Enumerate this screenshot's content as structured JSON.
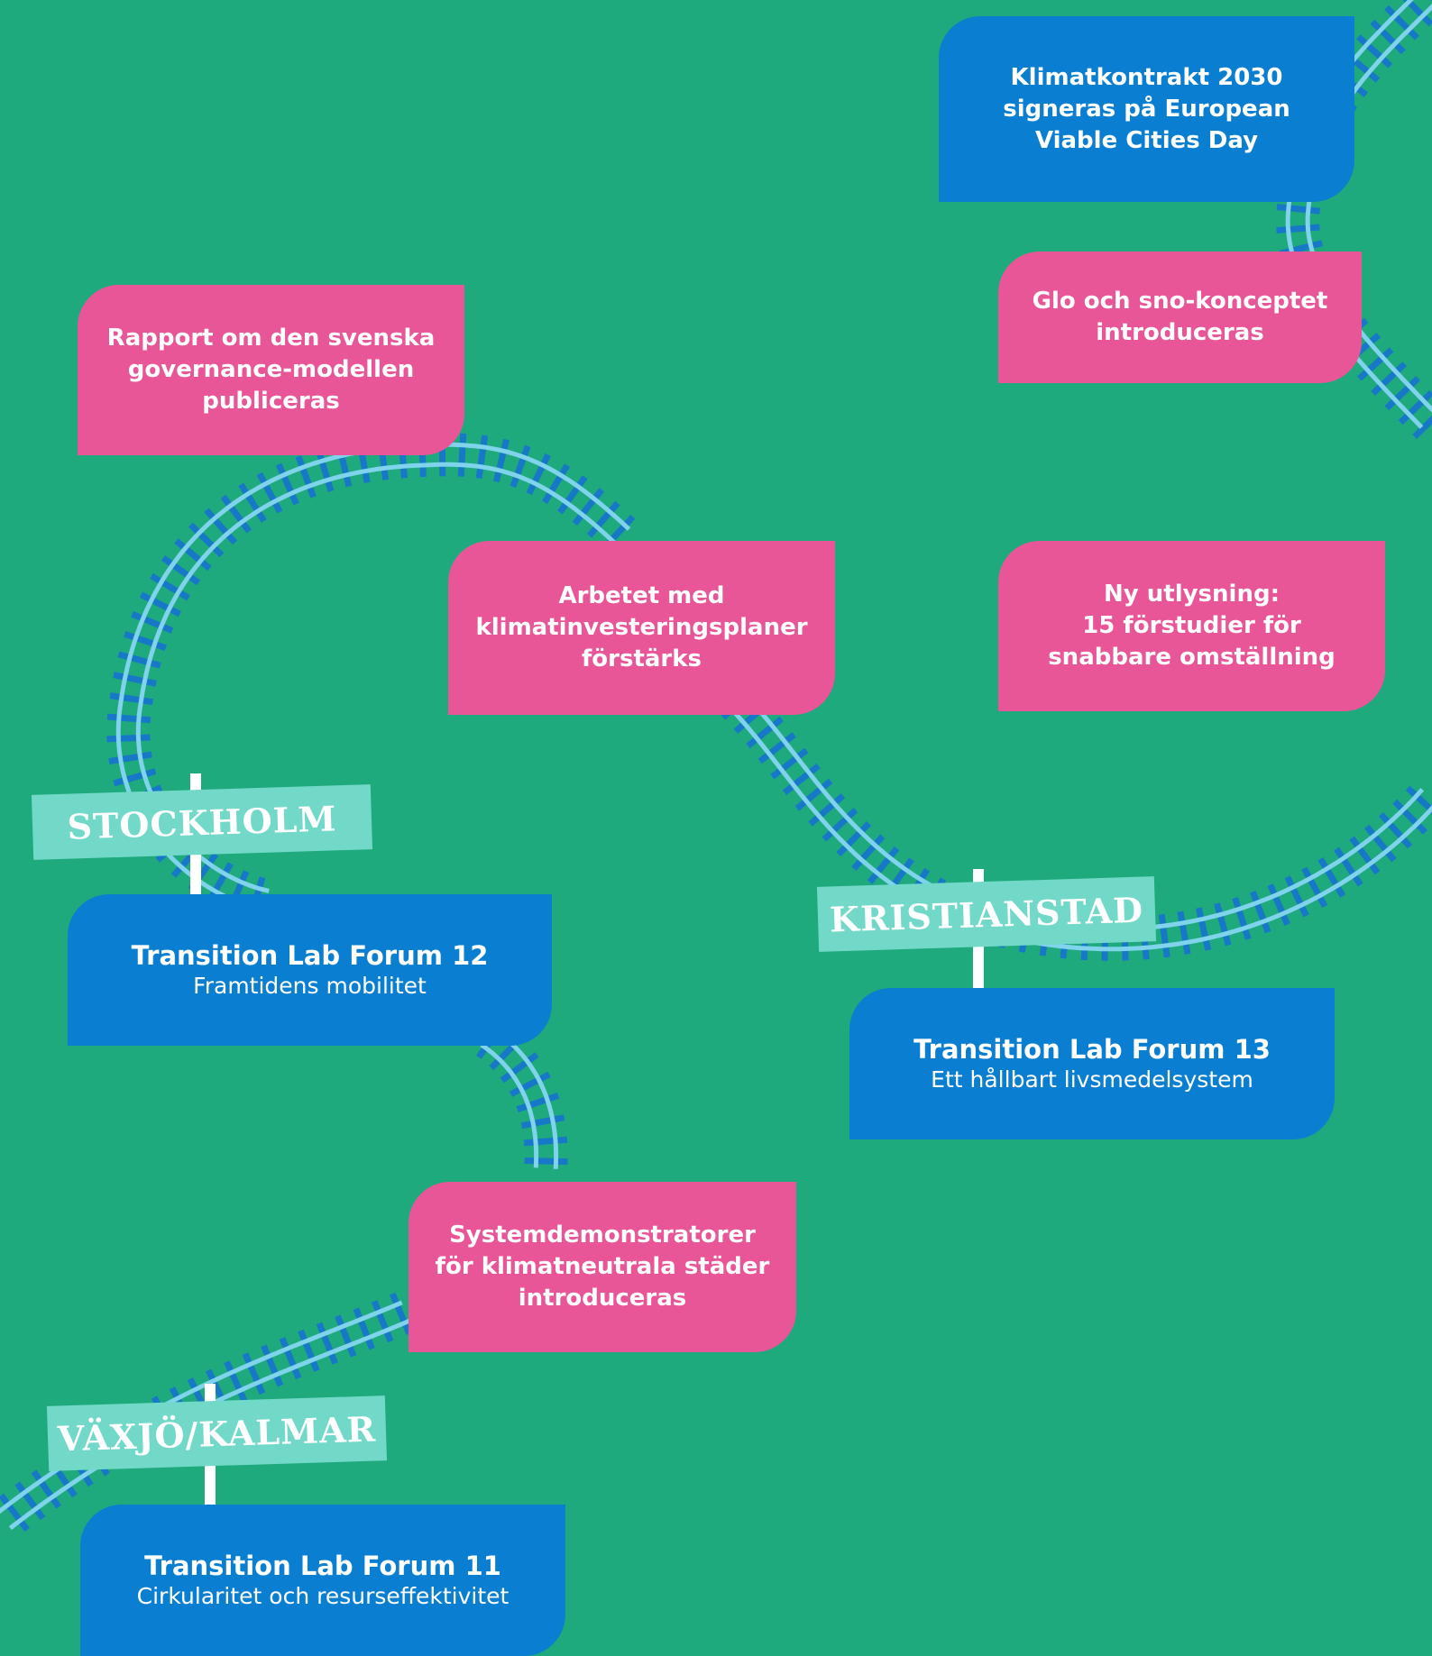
{
  "colors": {
    "background": "#1faa7d",
    "pink_card": "#e95697",
    "blue_card": "#0a7ed0",
    "sign": "#72d9c8",
    "rail": "#7fd3ea",
    "sleeper": "#1778c8"
  },
  "events": {
    "klimatkontrakt": "Klimatkontrakt 2030\nsigneras på European\nViable Cities Day",
    "glo_sno": "Glo och sno-konceptet\nintroduceras",
    "rapport": "Rapport om den svenska\ngovernance-modellen\npubliceras",
    "arbetet": "Arbetet med\nklimatinvesteringsplaner\nförstärks",
    "ny_utlysning": "Ny utlysning:\n15 förstudier för\nsnabbare omställning",
    "systemdemonstratorer": "Systemdemonstratorer\nför klimatneutrala städer\nintroduceras"
  },
  "forums": {
    "forum12": {
      "title": "Transition Lab Forum 12",
      "subtitle": "Framtidens mobilitet"
    },
    "forum13": {
      "title": "Transition Lab Forum 13",
      "subtitle": "Ett hållbart livsmedelsystem"
    },
    "forum11": {
      "title": "Transition Lab Forum 11",
      "subtitle": "Cirkularitet och resurseffektivitet"
    }
  },
  "signs": {
    "stockholm": "STOCKHOLM",
    "kristianstad": "KRISTIANSTAD",
    "vaxjo_kalmar": "VÄXJÖ/KALMAR"
  }
}
